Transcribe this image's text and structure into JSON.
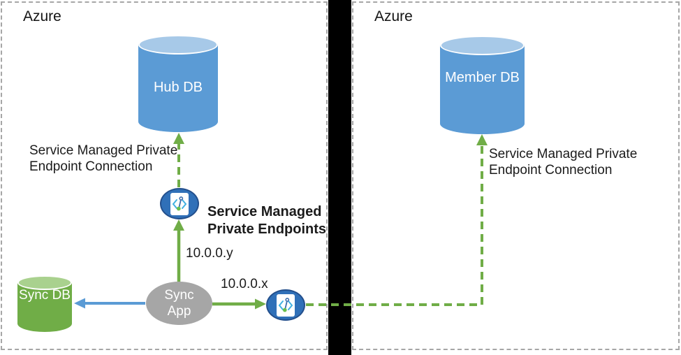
{
  "regions": {
    "left": {
      "label": "Azure"
    },
    "right": {
      "label": "Azure"
    }
  },
  "nodes": {
    "hub_db": {
      "label": "Hub DB"
    },
    "member_db": {
      "line1": "Member",
      "line2": "DB"
    },
    "sync_db": {
      "line1": "Sync",
      "line2": "DB"
    },
    "sync_app": {
      "line1": "Sync",
      "line2": "App"
    }
  },
  "labels": {
    "left_connection": {
      "line1": "Service Managed Private",
      "line2": "Endpoint Connection"
    },
    "right_connection": {
      "line1": "Service Managed Private",
      "line2": "Endpoint Connection"
    },
    "endpoints_title": {
      "line1": "Service Managed",
      "line2": "Private Endpoints"
    },
    "ip_y": "10.0.0.y",
    "ip_x": "10.0.0.x"
  },
  "icons": {
    "endpoint_icon": "private-endpoint-icon"
  },
  "colors": {
    "arrow_green": "#70ad47",
    "arrow_blue": "#5b9bd5",
    "db_blue": "#5b9bd5",
    "db_blue_top": "#a7c9e8",
    "db_green": "#70ad47",
    "db_green_top": "#a9d18e",
    "app_gray": "#a6a6a6",
    "endpoint_fill": "#3070b8",
    "endpoint_border": "#234f8c",
    "boundary_bar": "#000000",
    "region_border": "#a6a6a6"
  }
}
